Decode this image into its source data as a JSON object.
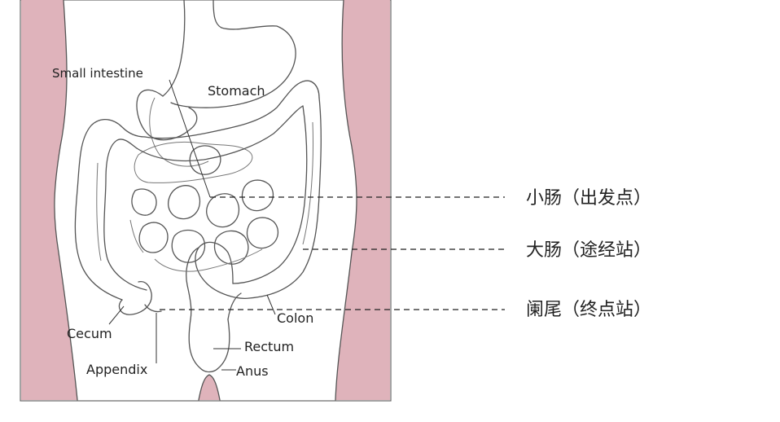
{
  "colors": {
    "body_tissue": "#dfb3bb",
    "outline": "#555555",
    "text": "#222222"
  },
  "labels": {
    "small_intestine": "Small intestine",
    "stomach": "Stomach",
    "cecum": "Cecum",
    "appendix": "Appendix",
    "colon": "Colon",
    "rectum": "Rectum",
    "anus": "Anus"
  },
  "annotations": [
    {
      "text": "小肠（出发点）"
    },
    {
      "text": "大肠（途经站）"
    },
    {
      "text": "阑尾（终点站）"
    }
  ]
}
